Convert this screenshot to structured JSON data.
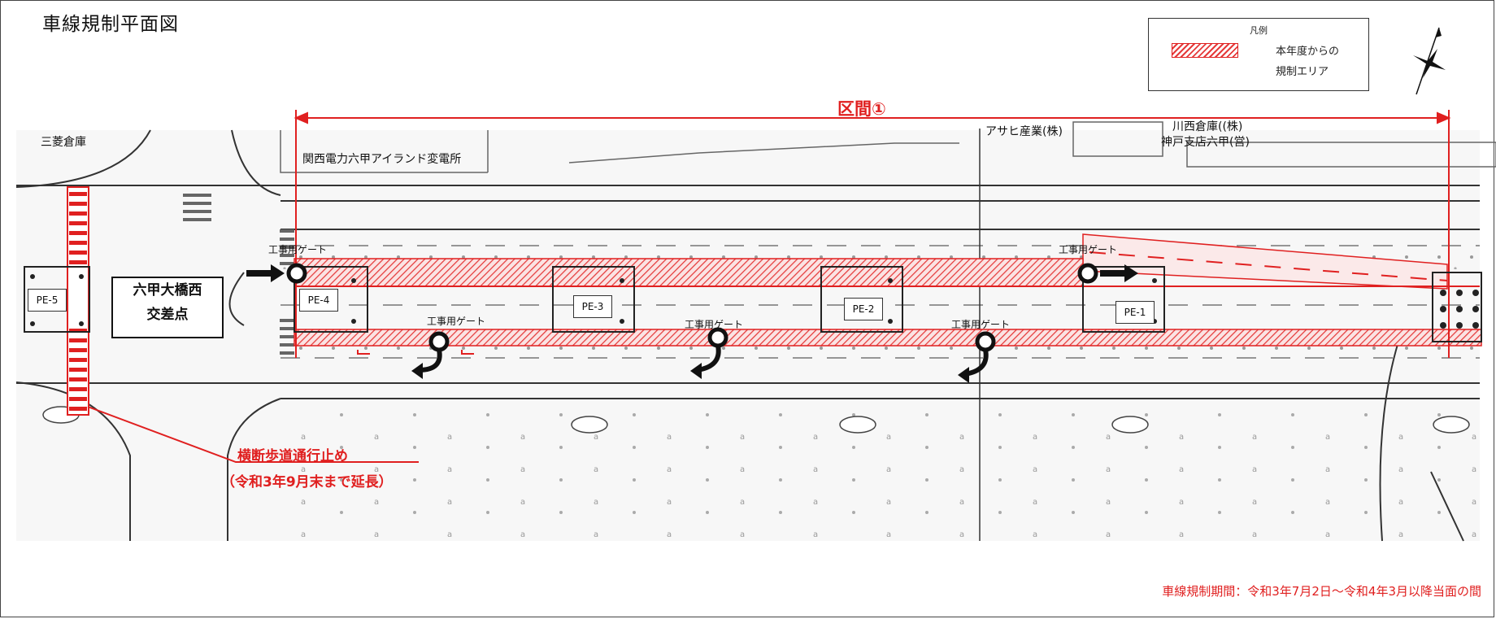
{
  "title": "車線規制平面図",
  "legend": {
    "title": "凡例",
    "line1": "本年度からの",
    "line2": "規制エリア"
  },
  "section": "区間①",
  "places": {
    "mitsubishi": "三菱倉庫",
    "kansai_denryoku": "関西電力六甲アイランド変電所",
    "asahi": "アサヒ産業(株)",
    "kawanishi_1": "川西倉庫((株)",
    "kawanishi_2": "神戸支店六甲(営)"
  },
  "intersection": {
    "line1": "六甲大橋西",
    "line2": "交差点"
  },
  "piers": [
    "PE-5",
    "PE-4",
    "PE-3",
    "PE-2",
    "PE-1"
  ],
  "gate_label": "工事用ゲート",
  "crosswalk_note": {
    "line1": "横断歩道通行止め",
    "line2": "（令和3年9月末まで延長）"
  },
  "period": "車線規制期間：令和3年7月2日～令和4年3月以降当面の間",
  "colors": {
    "restriction_red": "#e02020",
    "map_line": "#333333"
  }
}
